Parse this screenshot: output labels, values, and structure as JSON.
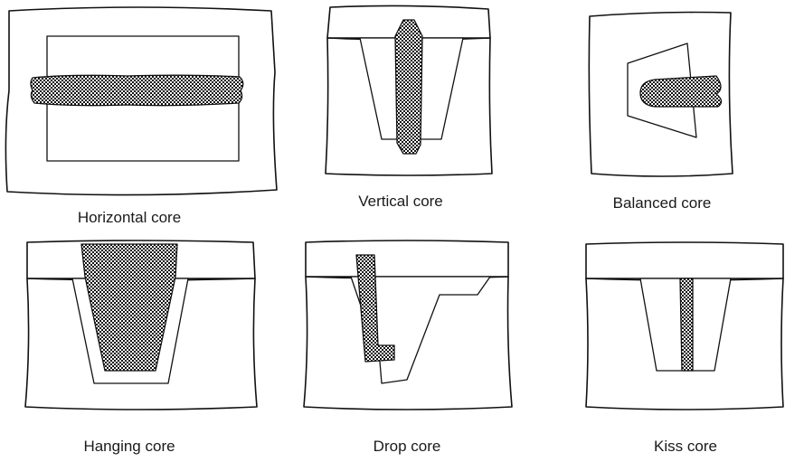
{
  "panels": [
    {
      "caption": "Horizontal core"
    },
    {
      "caption": "Vertical core"
    },
    {
      "caption": "Balanced core"
    },
    {
      "caption": "Hanging core"
    },
    {
      "caption": "Drop core"
    },
    {
      "caption": "Kiss core"
    }
  ],
  "colors": {
    "ink": "#111111",
    "sand_dot": "#111111",
    "background": "#ffffff"
  }
}
